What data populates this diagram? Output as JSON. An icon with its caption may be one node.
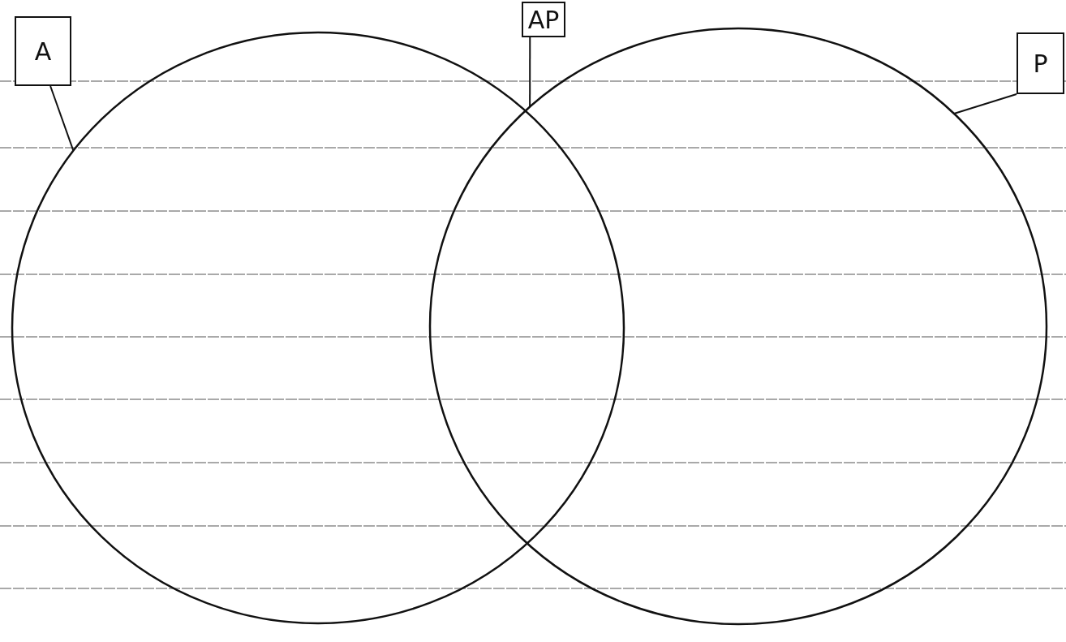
{
  "diagram": {
    "nodes": [
      {
        "text": [
          "A"
        ]
      },
      {
        "text": [
          "AP"
        ]
      },
      {
        "text": [
          "P"
        ]
      },
      {
        "text": [],
        "shape": "circle"
      },
      {
        "text": [],
        "shape": "circle"
      }
    ],
    "edges": [
      {
        "from": 0,
        "to": 3,
        "arrow": "none"
      },
      {
        "from": 1,
        "to": 4,
        "arrow": "none"
      },
      {
        "from": 2,
        "to": 4,
        "arrow": "none"
      }
    ]
  }
}
